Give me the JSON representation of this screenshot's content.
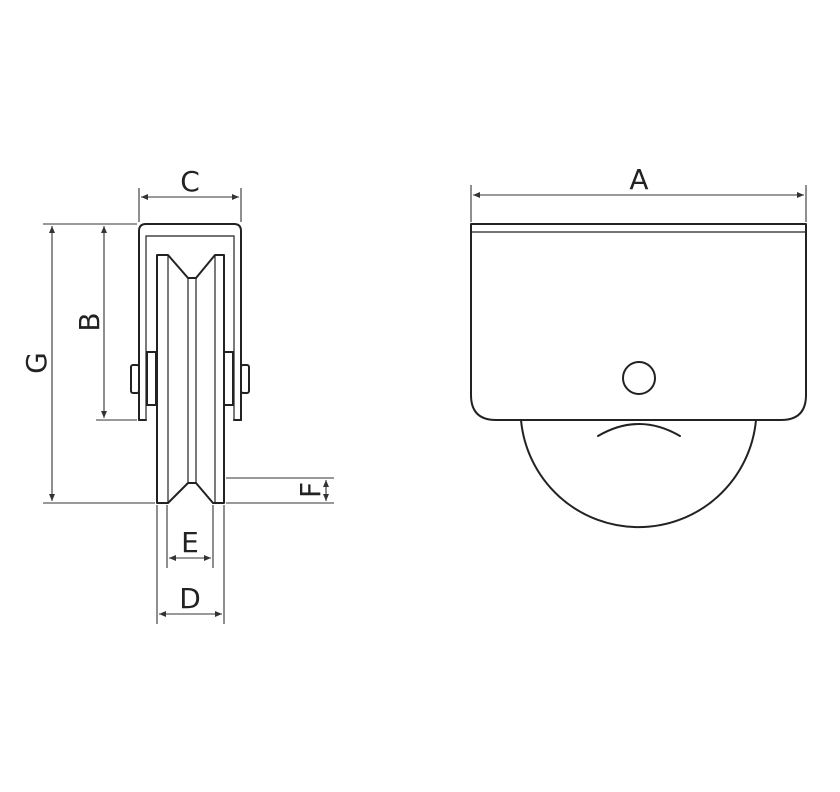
{
  "diagram": {
    "labels": {
      "A": "A",
      "B": "B",
      "C": "C",
      "D": "D",
      "E": "E",
      "F": "F",
      "G": "G"
    },
    "colors": {
      "line": "#222222",
      "background": "#ffffff"
    }
  }
}
